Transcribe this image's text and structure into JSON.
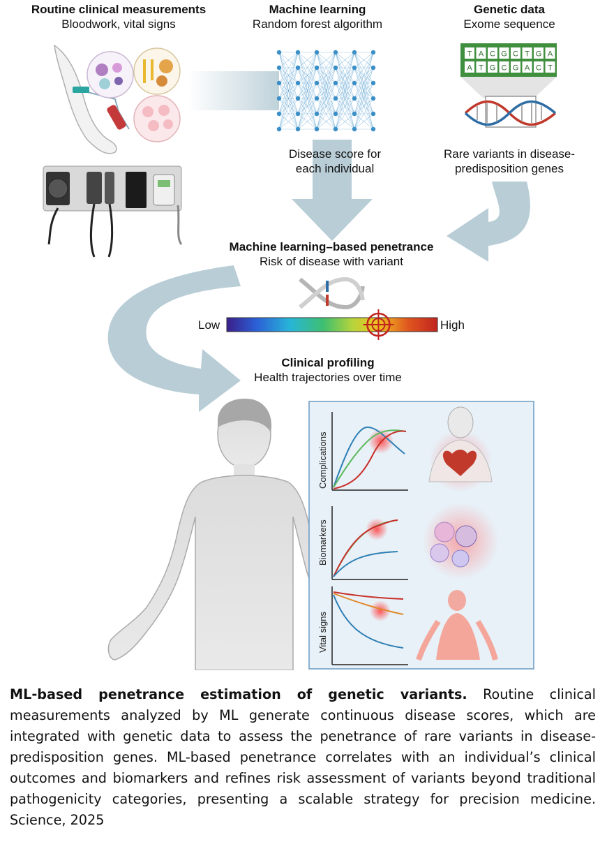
{
  "sections": {
    "routine": {
      "title": "Routine clinical measurements",
      "subtitle": "Bloodwork, vital signs"
    },
    "ml": {
      "title": "Machine learning",
      "subtitle": "Random forest algorithm"
    },
    "genetic": {
      "title": "Genetic data",
      "subtitle": "Exome sequence"
    },
    "penetrance": {
      "title": "Machine learning–based penetrance",
      "subtitle": "Risk of disease with variant"
    },
    "profiling": {
      "title": "Clinical profiling",
      "subtitle": "Health trajectories over time"
    }
  },
  "notes": {
    "disease_score": [
      "Disease score for",
      "each individual"
    ],
    "rare_variants": [
      "Rare variants in disease-",
      "predisposition genes"
    ]
  },
  "dna_bases": {
    "top": [
      "T",
      "A",
      "C",
      "G",
      "C",
      "T",
      "G",
      "A"
    ],
    "bottom": [
      "A",
      "T",
      "G",
      "C",
      "G",
      "A",
      "C",
      "T"
    ]
  },
  "risk_scale": {
    "low": "Low",
    "high": "High",
    "marker_fraction": 0.72
  },
  "panels": [
    {
      "label": "Complications"
    },
    {
      "label": "Biomarkers"
    },
    {
      "label": "Vital signs"
    }
  ],
  "colors": {
    "arrow": "#b8cdd6",
    "network": "#3a8fc7",
    "panel_bg": "#e8f1f8",
    "panel_border": "#6a9bc4",
    "curve_blue": "#2e7fb4",
    "curve_green": "#5cb85c",
    "curve_red": "#c8302a",
    "curve_orange": "#e08a2c",
    "gradient": [
      "#3b1f8a",
      "#2b5fd6",
      "#27b5d8",
      "#3fbf6f",
      "#b8d43a",
      "#f0c020",
      "#e0561f",
      "#c0241f"
    ]
  },
  "caption": {
    "bold": "ML-based penetrance estimation of genetic variants.",
    "text": " Routine clinical measurements analyzed by ML generate continuous disease scores, which are integrated with genetic data to assess the penetrance of rare variants in disease-predisposition genes. ML-based penetrance correlates with an individual’s clinical outcomes and biomarkers and refines risk assessment of variants beyond traditional pathogenicity categories, presenting a scalable strategy for precision medicine. Science, 2025"
  }
}
